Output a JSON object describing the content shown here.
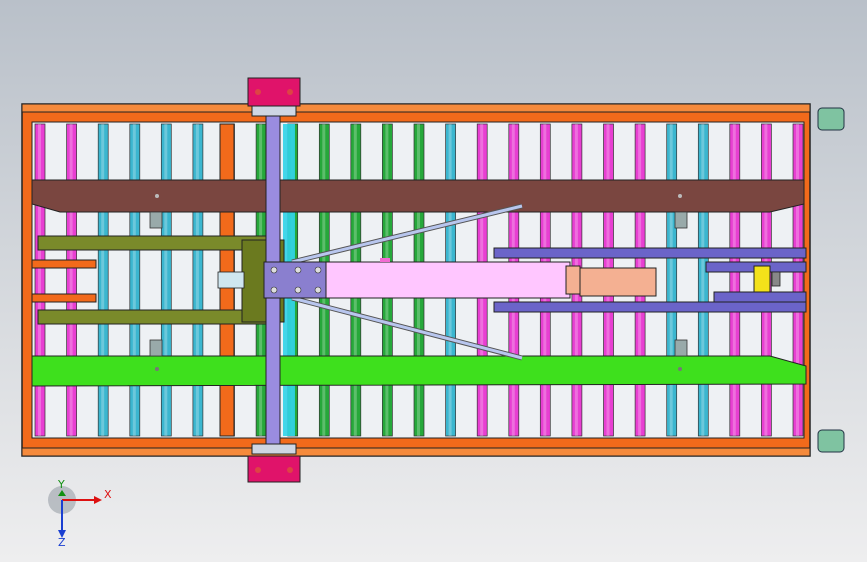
{
  "viewport": {
    "background_top": "#b9c0c9",
    "background_bottom": "#eeeeef"
  },
  "frame": {
    "color": "#f26a1b",
    "edge": "#2a2a2a"
  },
  "rollers": {
    "color_sequence": [
      "#e83fd2",
      "#e83fd2",
      "#3bb6cf",
      "#3bb6cf",
      "#3bb6cf",
      "#3bb6cf",
      "#3bb6cf",
      "#26a83a",
      "#26a83a",
      "#26a83a",
      "#26a83a",
      "#26a83a",
      "#26a83a",
      "#3bb6cf",
      "#e83fd2",
      "#e83fd2",
      "#e83fd2",
      "#e83fd2",
      "#e83fd2",
      "#e83fd2",
      "#3bb6cf",
      "#3bb6cf",
      "#e83fd2",
      "#e83fd2",
      "#e83fd2"
    ]
  },
  "rails": {
    "top_color": "#7a4640",
    "bottom_color": "#3ee01d",
    "fork_color": "#7a8a2a",
    "lift_arm_color": "#ffb6ff",
    "cylinder_color": "#f4b092",
    "guide_color": "#6b64c9",
    "clamp_color": "#e0136a",
    "column_color": "#9a8ce0",
    "plate_color": "#8a7fcf",
    "highlight_color": "#2fd3e8"
  },
  "triad": {
    "x_label": "X",
    "y_label": "Y",
    "z_label": "Z"
  }
}
